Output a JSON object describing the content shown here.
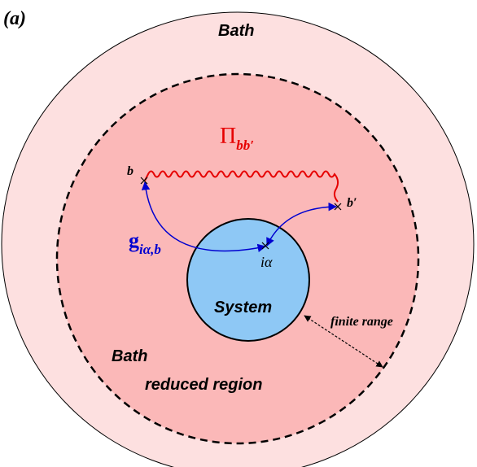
{
  "panel_label": "(a)",
  "labels": {
    "bath_outer": "Bath",
    "bath_inner": "Bath",
    "reduced_region": "reduced region",
    "system": "System",
    "finite_range": "finite range",
    "site_b": "b",
    "site_b_prime": "b′",
    "site_i_alpha": "iα",
    "propagator_pi": "Π",
    "propagator_pi_sub": "bb′",
    "coupling_g": "g",
    "coupling_g_sub": "iα,b"
  },
  "colors": {
    "outer_bath": "#fde0e0",
    "reduced_region": "#fbb8b8",
    "system": "#8ec8f5",
    "propagator": "#e60000",
    "coupling": "#0000d0",
    "outline": "#000000"
  }
}
